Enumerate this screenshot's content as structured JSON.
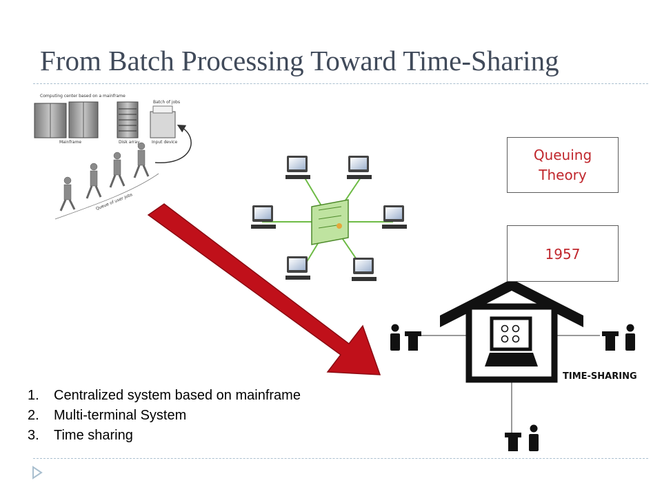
{
  "slide": {
    "title": "From Batch Processing Toward Time-Sharing",
    "boxes": {
      "queuing": [
        "Queuing",
        "Theory"
      ],
      "year": "1957"
    },
    "list": [
      {
        "num": "1.",
        "text": "Centralized system based on mainframe"
      },
      {
        "num": "2.",
        "text": "Multi-terminal System"
      },
      {
        "num": "3.",
        "text": "Time sharing"
      }
    ]
  },
  "diagram_batch": {
    "caption_top": "Computing center based on a mainframe",
    "mainframe": "Mainframe",
    "disk": "Disk array",
    "batch": "Batch of jobs",
    "input": "Input device",
    "queue": "Queue of user jobs"
  },
  "diagram_time_sharing": {
    "label": "TIME-SHARING"
  },
  "colors": {
    "title": "#404a5a",
    "box_text": "#c0272d",
    "arrow": "#c0101a",
    "rule": "#a9bfcf"
  }
}
